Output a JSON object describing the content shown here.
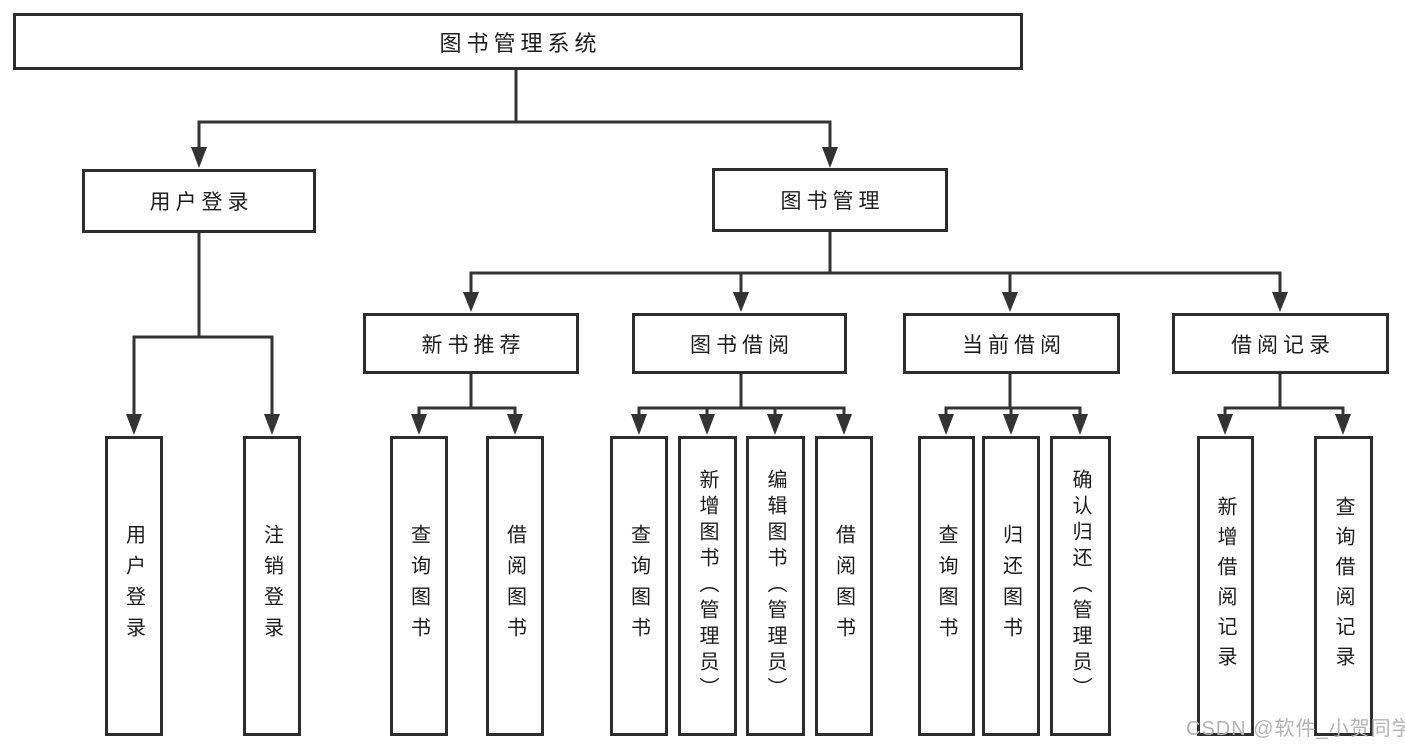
{
  "diagram": {
    "type": "tree",
    "title": "图书管理系统",
    "level2": [
      {
        "label": "用户登录"
      },
      {
        "label": "图书管理"
      }
    ],
    "level3": [
      {
        "label": "新书推荐",
        "parent": "图书管理"
      },
      {
        "label": "图书借阅",
        "parent": "图书管理"
      },
      {
        "label": "当前借阅",
        "parent": "图书管理"
      },
      {
        "label": "借阅记录",
        "parent": "图书管理"
      }
    ],
    "leaves": [
      {
        "label": "用户登录",
        "parent": "用户登录"
      },
      {
        "label": "注销登录",
        "parent": "用户登录"
      },
      {
        "label": "查询图书",
        "parent": "新书推荐"
      },
      {
        "label": "借阅图书",
        "parent": "新书推荐"
      },
      {
        "label": "查询图书",
        "parent": "图书借阅"
      },
      {
        "label": "新增图书（管理员）",
        "parent": "图书借阅"
      },
      {
        "label": "编辑图书（管理员）",
        "parent": "图书借阅"
      },
      {
        "label": "借阅图书",
        "parent": "图书借阅"
      },
      {
        "label": "查询图书",
        "parent": "当前借阅"
      },
      {
        "label": "归还图书",
        "parent": "当前借阅"
      },
      {
        "label": "确认归还（管理员）",
        "parent": "当前借阅"
      },
      {
        "label": "新增借阅记录",
        "parent": "借阅记录"
      },
      {
        "label": "查询借阅记录",
        "parent": "借阅记录"
      }
    ],
    "colors": {
      "line": "#333333",
      "box_border": "#2d2d2d",
      "box_fill": "#ffffff",
      "text": "#1c1c1c",
      "background": "#ffffff",
      "watermark": "#b3b3b3"
    }
  },
  "watermark": {
    "text": "CSDN @软件_小贺同学"
  }
}
